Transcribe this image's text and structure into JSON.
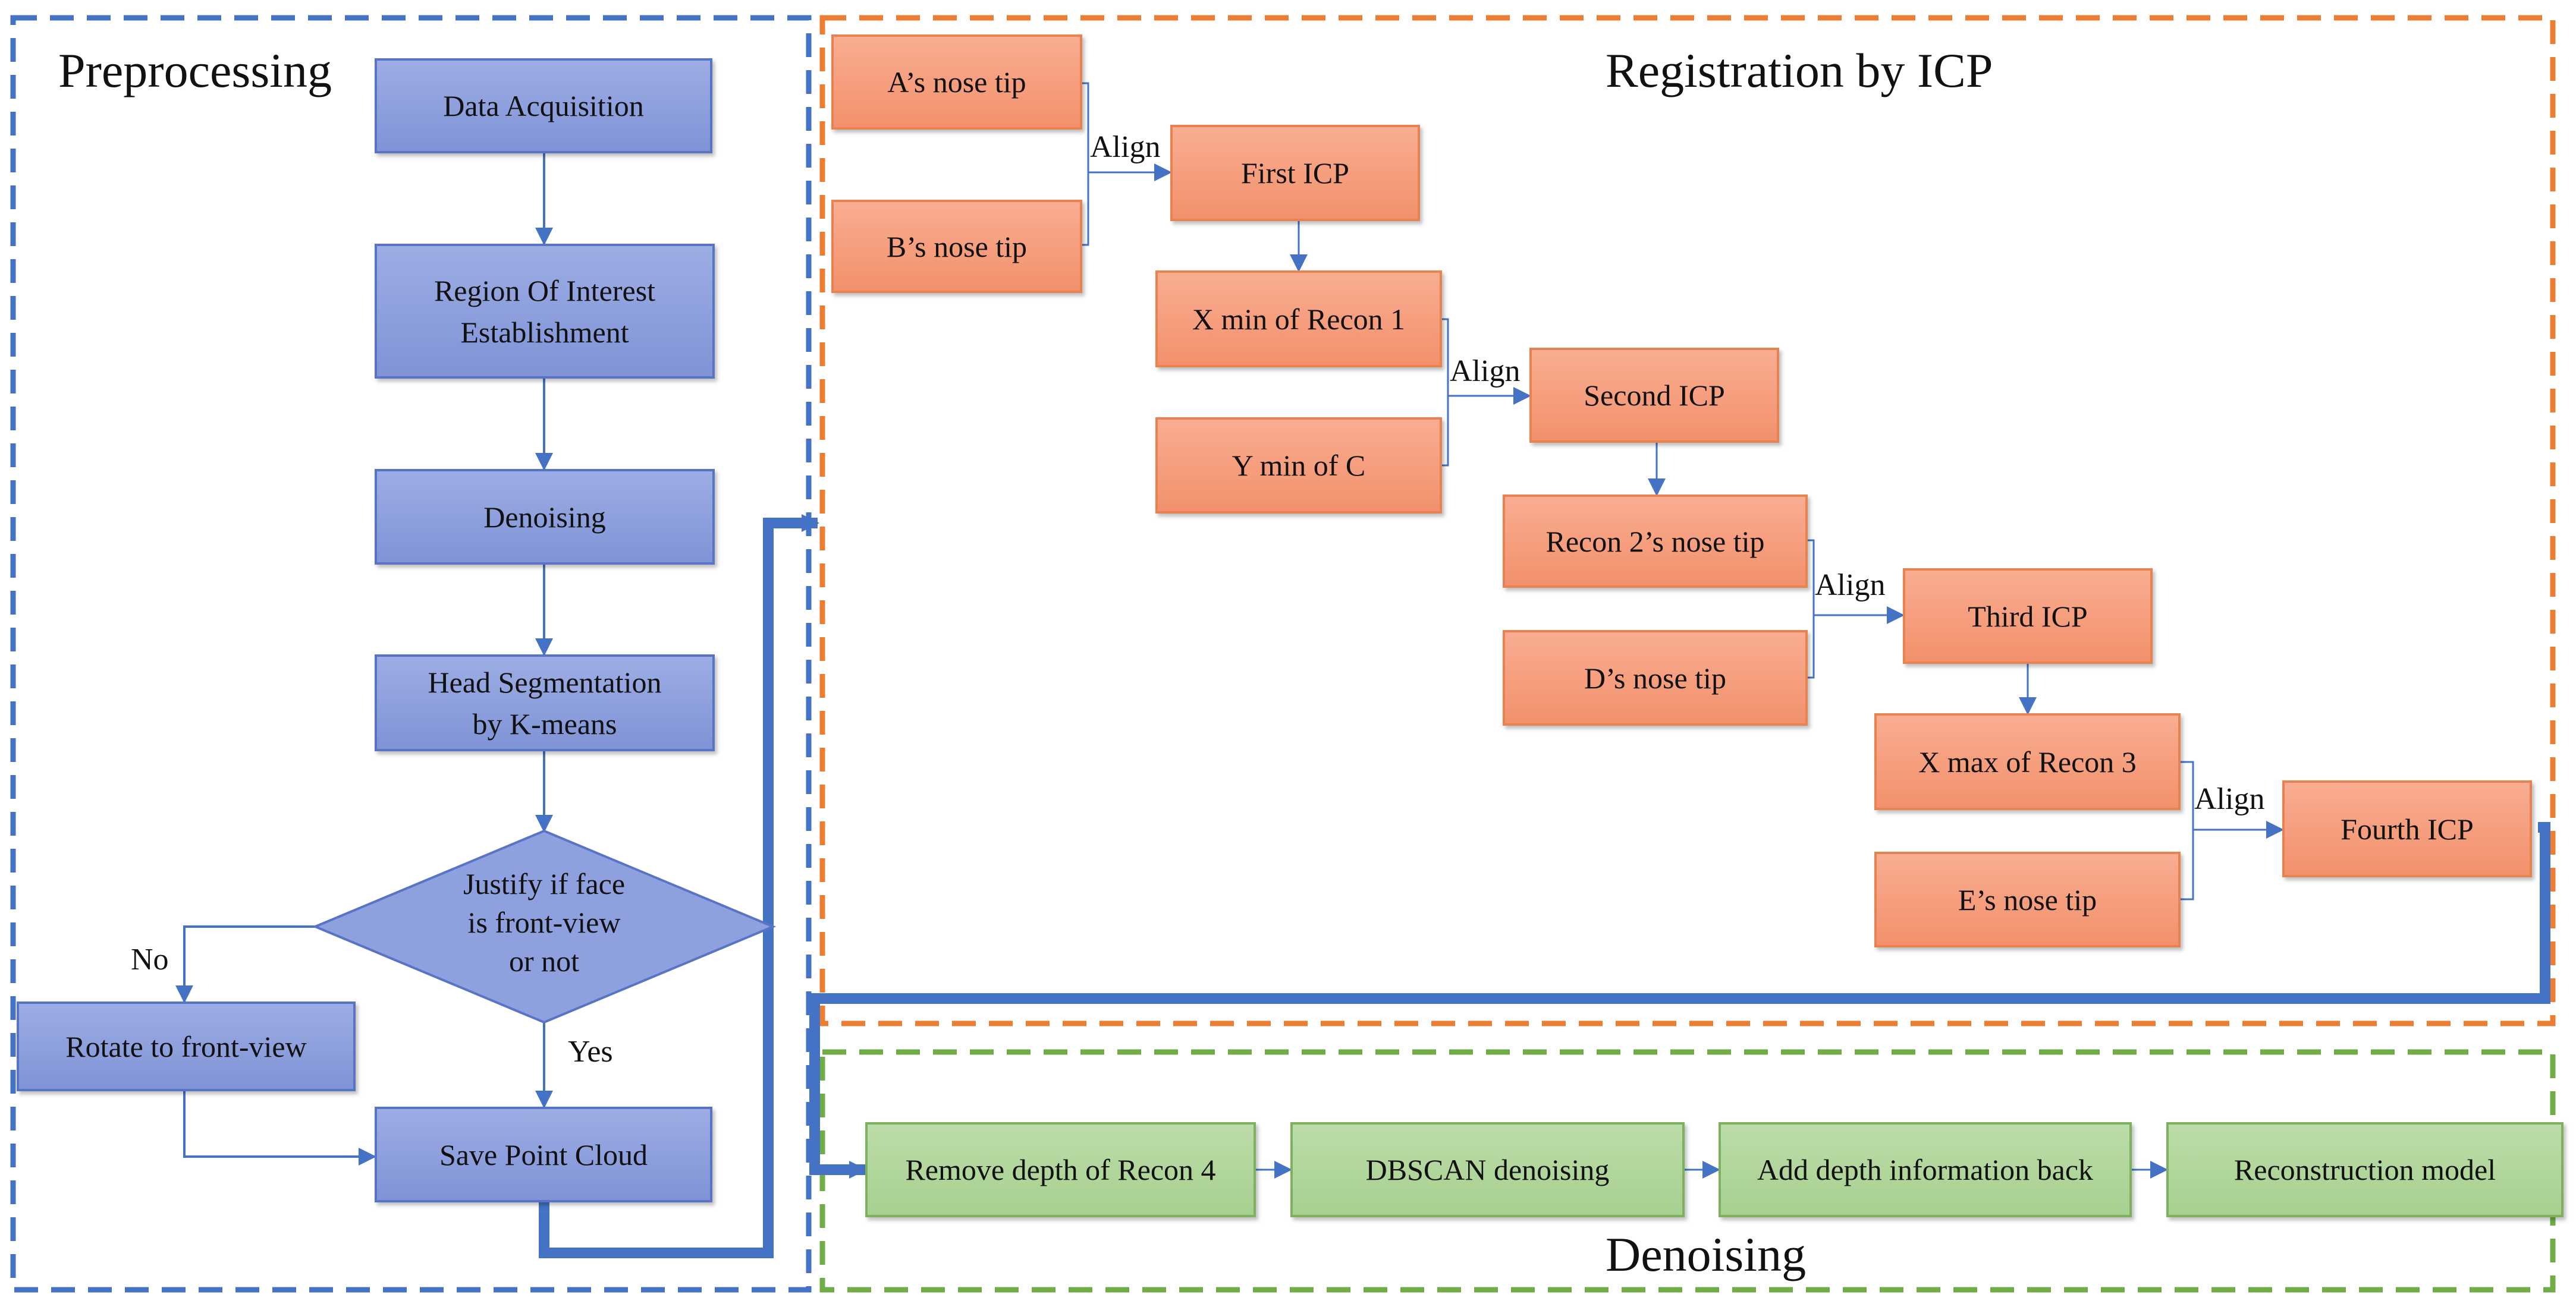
{
  "sections": {
    "preprocessing": {
      "title": "Preprocessing",
      "color": "#4472c4"
    },
    "registration": {
      "title": "Registration by ICP",
      "color": "#ed7d31"
    },
    "denoising": {
      "title": "Denoising",
      "color": "#70ad47"
    }
  },
  "preprocessing": {
    "data_acquisition": "Data Acquisition",
    "roi_line1": "Region Of Interest",
    "roi_line2": "Establishment",
    "denoising": "Denoising",
    "head_seg_line1": "Head Segmentation",
    "head_seg_line2": "by K-means",
    "decision_line1": "Justify if face",
    "decision_line2": "is front-view",
    "decision_line3": "or not",
    "no_label": "No",
    "yes_label": "Yes",
    "rotate": "Rotate to front-view",
    "save": "Save Point Cloud"
  },
  "registration": {
    "a_nose": "A’s nose tip",
    "b_nose": "B’s nose tip",
    "first_icp": "First ICP",
    "x_min_recon1": "X min of Recon 1",
    "y_min_c": "Y min of C",
    "second_icp": "Second ICP",
    "recon2_nose": "Recon 2’s nose tip",
    "d_nose": "D’s nose tip",
    "third_icp": "Third ICP",
    "x_max_recon3": "X max of Recon 3",
    "e_nose": "E’s nose tip",
    "fourth_icp": "Fourth ICP",
    "align": "Align"
  },
  "denoising": {
    "remove_depth": "Remove depth of Recon 4",
    "dbscan": "DBSCAN denoising",
    "add_depth": "Add depth information back",
    "reconstruction": "Reconstruction model"
  }
}
